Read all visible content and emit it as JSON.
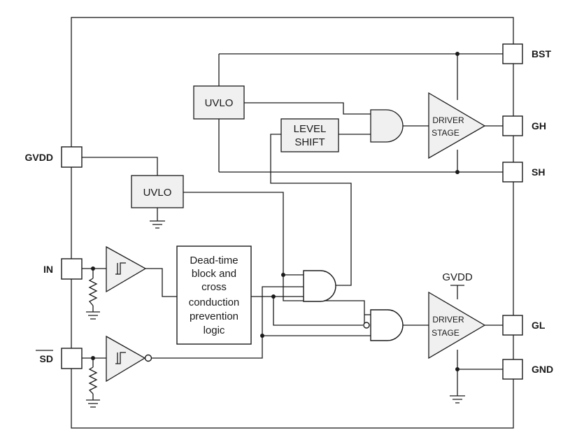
{
  "pins": {
    "bst": "BST",
    "gh": "GH",
    "sh": "SH",
    "gl": "GL",
    "gnd": "GND",
    "gvdd": "GVDD",
    "in": "IN",
    "sd": "SD"
  },
  "blocks": {
    "uvlo_high": "UVLO",
    "uvlo_gvdd": "UVLO",
    "level_shift_1": "LEVEL",
    "level_shift_2": "SHIFT",
    "driver_high_1": "DRIVER",
    "driver_high_2": "STAGE",
    "driver_low_1": "DRIVER",
    "driver_low_2": "STAGE",
    "deadtime": [
      "Dead-time",
      "block and",
      "cross",
      "conduction",
      "prevention",
      "logic"
    ]
  },
  "supply_label": "GVDD"
}
